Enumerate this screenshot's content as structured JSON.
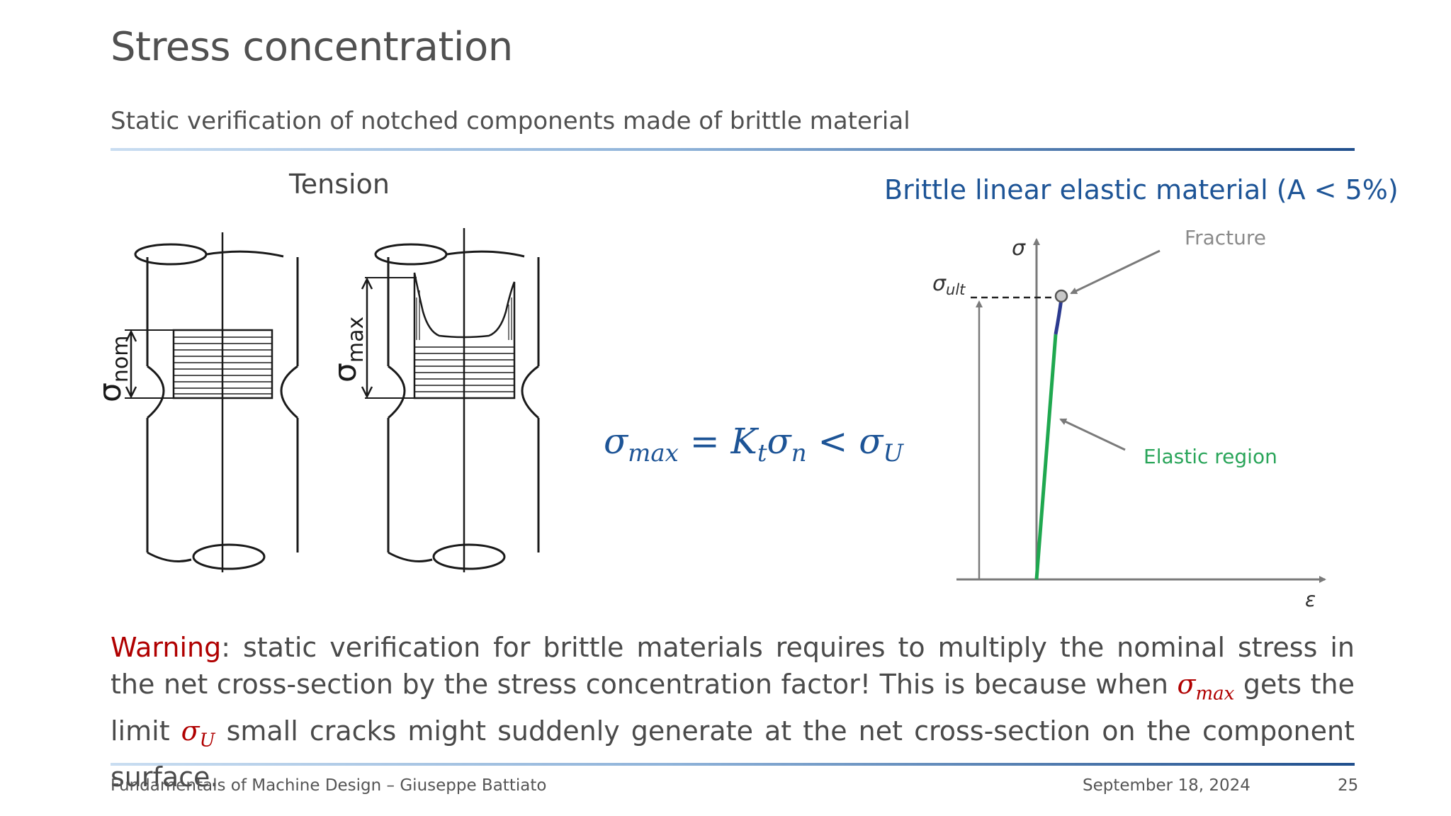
{
  "slide": {
    "title": "Stress concentration",
    "subtitle": "Static verification of notched components made of brittle material"
  },
  "left_figure": {
    "heading": "Tension",
    "label_nominal_sigma": "σ",
    "label_nominal_sub": "nom",
    "label_max_sigma": "σ",
    "label_max_sub": "max"
  },
  "equation": {
    "lhs_symbol": "σ",
    "lhs_sub": "max",
    "equals": " = ",
    "factor_symbol": "K",
    "factor_sub": "t",
    "nominal_symbol": "σ",
    "nominal_sub": "n",
    "less_than": " < ",
    "limit_symbol": "σ",
    "limit_sub": "U"
  },
  "graph": {
    "heading": "Brittle linear elastic material (A < 5%)",
    "y_axis_label": "σ",
    "x_axis_label": "ε",
    "ultimate_label_symbol": "σ",
    "ultimate_label_sub": "ult",
    "fracture_label": "Fracture",
    "elastic_label": "Elastic region",
    "colors": {
      "elastic_line": "#1fa84f",
      "fracture_segment": "#2b3a8f",
      "fracture_label": "#8a8a8a",
      "elastic_label": "#2aa55a"
    }
  },
  "warning": {
    "keyword": "Warning",
    "text_1": ": static verification for brittle materials requires to multiply the nominal stress in the net cross-section by the stress concentration factor! This is because when ",
    "sigma_max_symbol": "σ",
    "sigma_max_sub": "max",
    "text_2": " gets the limit ",
    "sigma_u_symbol": "σ",
    "sigma_u_sub": "U",
    "text_3": " small cracks might suddenly generate at the net cross-section on the component surface."
  },
  "footer": {
    "course": "Fundamentals of Machine Design – Giuseppe Battiato",
    "date": "September 18, 2024",
    "page": "25"
  },
  "theme": {
    "accent_blue": "#1d5496",
    "warning_red": "#b00000"
  }
}
